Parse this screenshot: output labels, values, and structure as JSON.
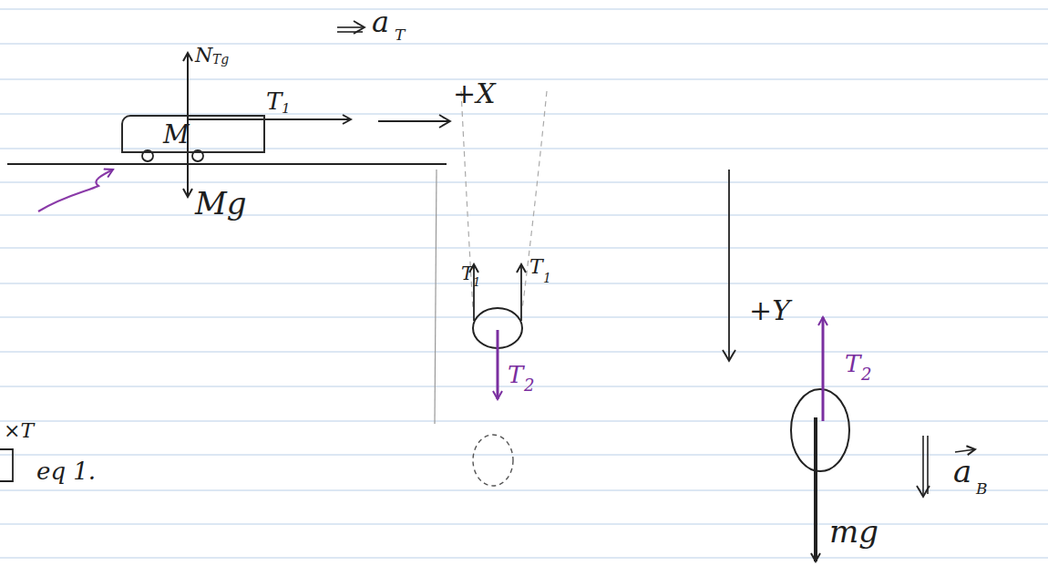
{
  "diagram": {
    "nodes": [
      {
        "text": [
          "M"
        ]
      }
    ],
    "labels": [
      "a",
      "T",
      "N",
      "Tg",
      "T",
      "1",
      "+X",
      "Mg",
      "T",
      "1",
      "T",
      "1",
      "T",
      "2",
      "+Y",
      "T",
      "2",
      "mg",
      "a",
      "B",
      "×T",
      "eq 1."
    ]
  }
}
